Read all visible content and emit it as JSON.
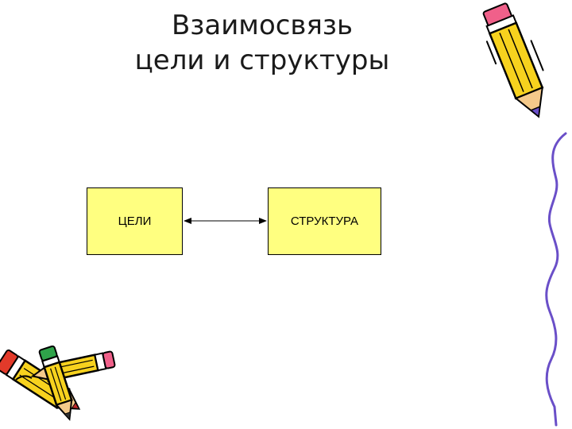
{
  "slide": {
    "title_line1": "Взаимосвязь",
    "title_line2": "цели и структуры"
  },
  "diagram": {
    "nodes": [
      {
        "id": "goals",
        "label": "ЦЕЛИ",
        "fill": "#ffff80"
      },
      {
        "id": "structure",
        "label": "СТРУКТУРА",
        "fill": "#ffff80"
      }
    ],
    "edges": [
      {
        "from": "goals",
        "to": "structure",
        "type": "bidirectional-arrow"
      }
    ]
  },
  "decorations": {
    "top_right": "pencil-icon",
    "bottom_left": "crossed-pencils-icon",
    "right_edge": "wavy-border-line",
    "pencil_color": "#f7d21e",
    "accent_color": "#6a4fc8"
  }
}
